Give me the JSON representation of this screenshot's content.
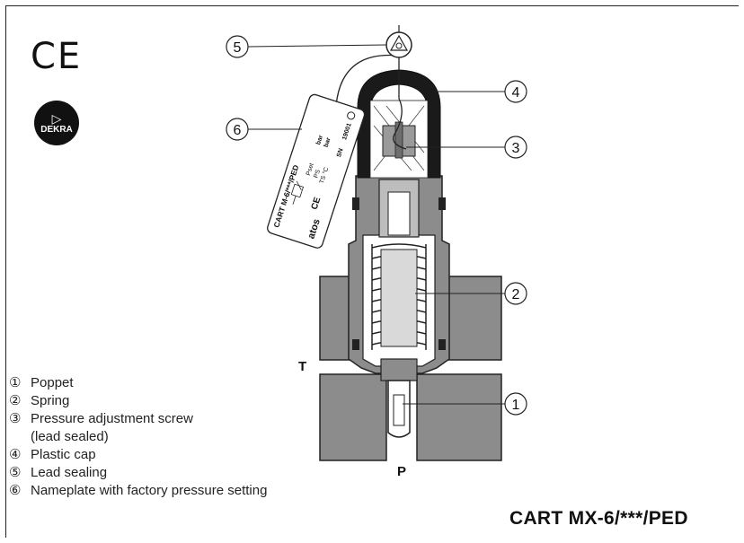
{
  "marks": {
    "ce": "CE",
    "certifier": "DEKRA"
  },
  "ports": {
    "tank": "T",
    "pressure": "P"
  },
  "callouts": [
    "5",
    "4",
    "6",
    "3",
    "2",
    "1"
  ],
  "legend": {
    "items": [
      {
        "num": "①",
        "text": "Poppet"
      },
      {
        "num": "②",
        "text": "Spring"
      },
      {
        "num": "③",
        "text": "Pressure adjustment screw",
        "text2": "(lead sealed)"
      },
      {
        "num": "④",
        "text": "Plastic cap"
      },
      {
        "num": "⑤",
        "text": "Lead sealing"
      },
      {
        "num": "⑥",
        "text": "Nameplate with factory pressure setting"
      }
    ]
  },
  "nameplate": {
    "model": "CART M-6/***/PED",
    "brand": "atos",
    "fields": [
      "bar",
      "bar",
      "Pset",
      "PS",
      "TS °C",
      "SN",
      "19001",
      "CE"
    ]
  },
  "model_label": "CART  MX-6/***/PED",
  "colors": {
    "body_grey": "#8c8c8c",
    "cap_black": "#1a1a1a",
    "line": "#222222"
  }
}
